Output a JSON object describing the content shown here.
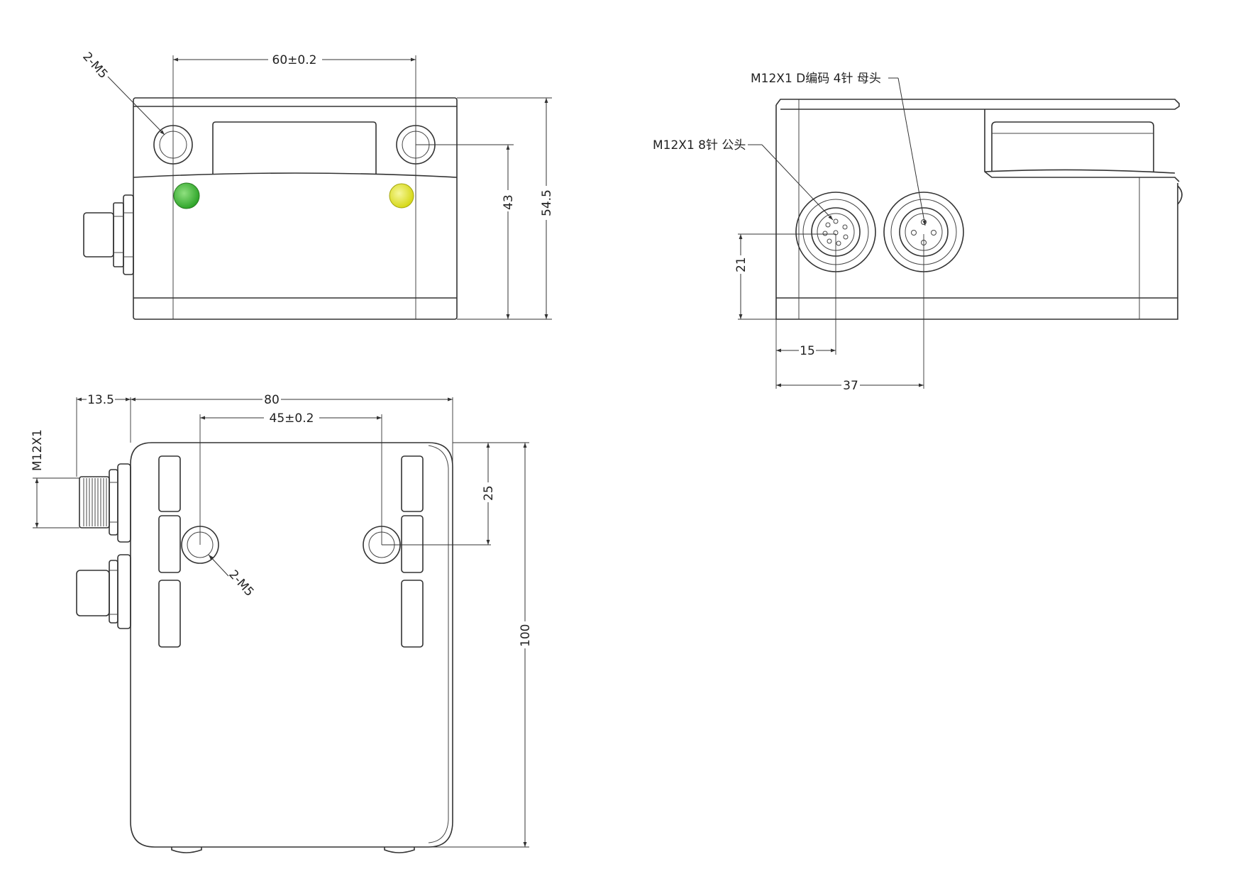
{
  "labels": {
    "front_hole": "2-M5",
    "front_spacing": "60±0.2",
    "front_h43": "43",
    "front_h54": "54.5",
    "side_conn_d": "M12X1  D编码 4针 母头",
    "side_conn_8": "M12X1 8针 公头",
    "side_h21": "21",
    "side_w15": "15",
    "side_w37": "37",
    "top_w135": "13.5",
    "top_w80": "80",
    "top_spacing": "45±0.2",
    "top_thread": "M12X1",
    "top_v25": "25",
    "top_v100": "100",
    "top_hole": "2-M5"
  },
  "colors": {
    "led_green": "#3dbb2f",
    "led_yellow": "#e4e61c",
    "line": "#333333"
  }
}
